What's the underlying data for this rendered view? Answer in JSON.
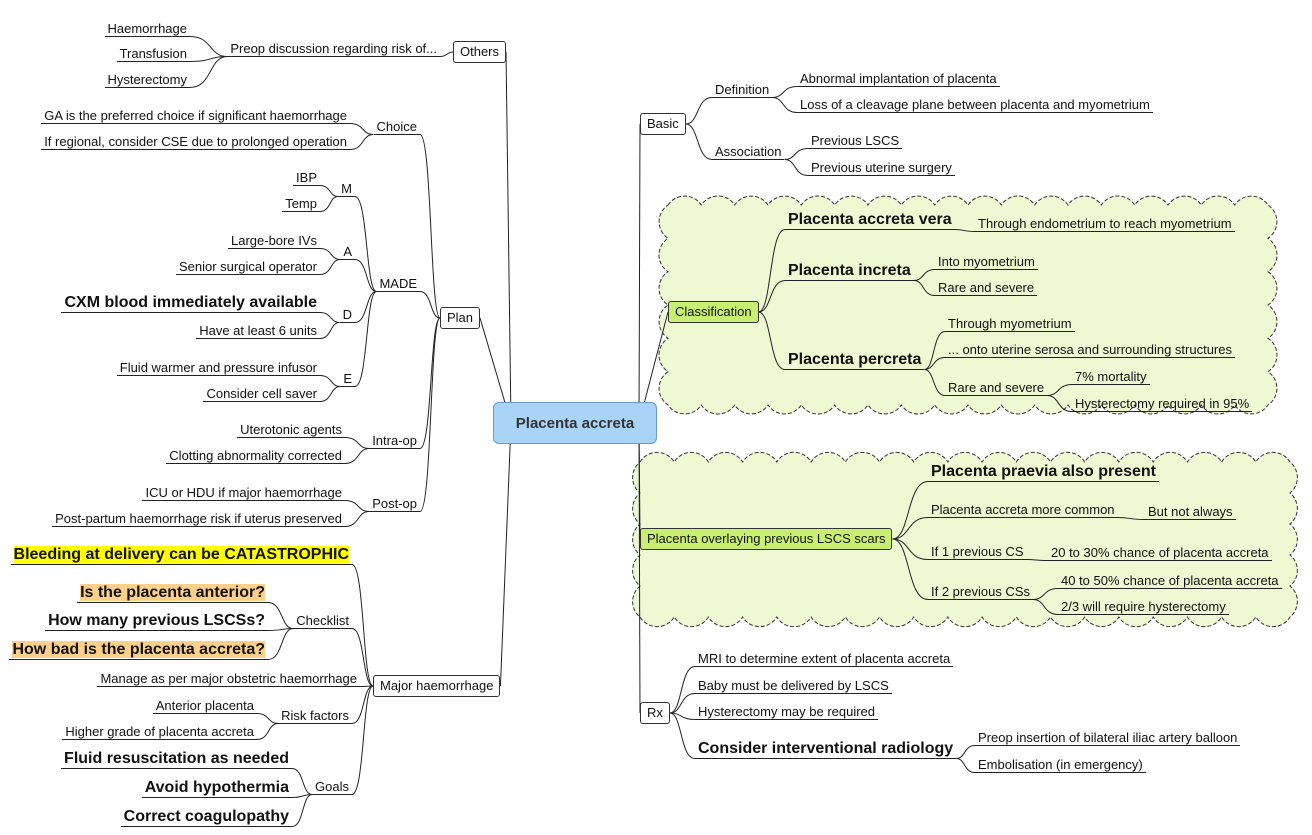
{
  "title": "Placenta accreta",
  "others": {
    "label": "Others",
    "preop": "Preop discussion regarding risk of...",
    "items": [
      "Haemorrhage",
      "Transfusion",
      "Hysterectomy"
    ]
  },
  "plan": {
    "label": "Plan",
    "choice": {
      "label": "Choice",
      "items": [
        "GA is the preferred choice if significant haemorrhage",
        "If regional, consider CSE due to prolonged operation"
      ]
    },
    "made": {
      "label": "MADE",
      "m": {
        "label": "M",
        "items": [
          "IBP",
          "Temp"
        ]
      },
      "a": {
        "label": "A",
        "items": [
          "Large-bore IVs",
          "Senior surgical operator"
        ]
      },
      "d": {
        "label": "D",
        "items": [
          "CXM blood immediately available",
          "Have at least 6 units"
        ]
      },
      "e": {
        "label": "E",
        "items": [
          "Fluid warmer and pressure infusor",
          "Consider cell saver"
        ]
      }
    },
    "intra_op": {
      "label": "Intra-op",
      "items": [
        "Uterotonic agents",
        "Clotting abnormality corrected"
      ]
    },
    "post_op": {
      "label": "Post-op",
      "items": [
        "ICU or HDU if major haemorrhage",
        "Post-partum haemorrhage risk if uterus preserved"
      ]
    }
  },
  "major_haemorrhage": {
    "label": "Major haemorrhage",
    "catastrophic": "Bleeding at delivery can be CATASTROPHIC",
    "checklist": {
      "label": "Checklist",
      "items": [
        "Is the placenta anterior?",
        "How many previous LSCSs?",
        "How bad is the placenta accreta?"
      ]
    },
    "manage": "Manage as per major obstetric haemorrhage",
    "risk_factors": {
      "label": "Risk factors",
      "items": [
        "Anterior placenta",
        "Higher grade of placenta accreta"
      ]
    },
    "goals": {
      "label": "Goals",
      "items": [
        "Fluid resuscitation as needed",
        "Avoid hypothermia",
        "Correct coagulopathy"
      ]
    }
  },
  "basic": {
    "label": "Basic",
    "definition": {
      "label": "Definition",
      "items": [
        "Abnormal implantation of placenta",
        "Loss of a cleavage plane between placenta and myometrium"
      ]
    },
    "association": {
      "label": "Association",
      "items": [
        "Previous LSCS",
        "Previous uterine surgery"
      ]
    }
  },
  "classification": {
    "label": "Classification",
    "vera": {
      "label": "Placenta accreta vera",
      "items": [
        "Through endometrium to reach myometrium"
      ]
    },
    "increta": {
      "label": "Placenta increta",
      "items": [
        "Into myometrium",
        "Rare and severe"
      ]
    },
    "percreta": {
      "label": "Placenta percreta",
      "through": "Through myometrium",
      "onto": "... onto uterine serosa and surrounding structures",
      "rare": {
        "label": "Rare and severe",
        "items": [
          "7% mortality",
          "Hysterectomy required in 95%"
        ]
      }
    }
  },
  "lscs_scars": {
    "label": "Placenta overlaying previous LSCS scars",
    "praevia": "Placenta praevia also present",
    "more_common": {
      "label": "Placenta accreta more common",
      "items": [
        "But not always"
      ]
    },
    "one_cs": {
      "label": "If 1 previous CS",
      "items": [
        "20 to 30% chance of placenta accreta"
      ]
    },
    "two_cs": {
      "label": "If 2 previous CSs",
      "items": [
        "40 to 50% chance of placenta accreta",
        "2/3 will require hysterectomy"
      ]
    }
  },
  "rx": {
    "label": "Rx",
    "items": [
      "MRI to determine extent of placenta accreta",
      "Baby must be delivered by LSCS",
      "Hysterectomy may be required"
    ],
    "ir": {
      "label": "Consider interventional radiology",
      "items": [
        "Preop insertion of bilateral iliac artery balloon",
        "Embolisation (in emergency)"
      ]
    }
  },
  "colors": {
    "center": "#a9d3f7",
    "green_topic": "#c8ef70",
    "cloud": "#eef8d2",
    "highlight_yellow": "#ffff00",
    "highlight_orange": "#fcd089"
  }
}
